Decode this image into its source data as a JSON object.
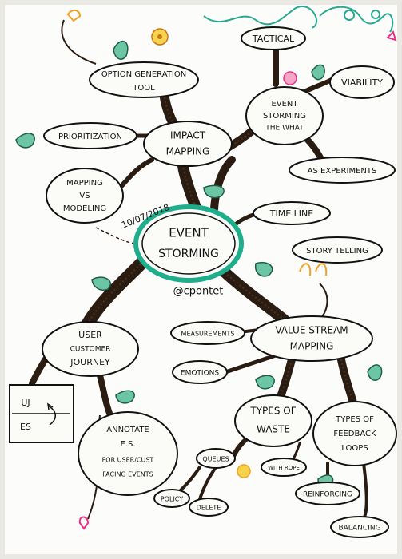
{
  "center": {
    "line1": "EVENT",
    "line2": "STORMING"
  },
  "date": "10/07/2018",
  "handle": "@cpontet",
  "nodes": {
    "option_generation": {
      "line1": "OPTION GENERATION",
      "line2": "TOOL"
    },
    "tactical": "TACTICAL",
    "viability": "VIABILITY",
    "event_storming_what": {
      "line1": "EVENT",
      "line2": "STORMING",
      "line3": "THE WHAT"
    },
    "as_experiments": "AS EXPERIMENTS",
    "prioritization": "PRIORITIZATION",
    "impact_mapping": {
      "line1": "IMPACT",
      "line2": "MAPPING"
    },
    "mapping_vs_modeling": {
      "line1": "MAPPING",
      "line2": "VS",
      "line3": "MODELING"
    },
    "timeline": "TIME LINE",
    "story_telling": "STORY TELLING",
    "user_journey": {
      "line1": "USER",
      "line2": "CUSTOMER",
      "line3": "JOURNEY"
    },
    "measurements": "MEASUREMENTS",
    "emotions": "EMOTIONS",
    "value_stream": {
      "line1": "VALUE STREAM",
      "line2": "MAPPING"
    },
    "annotate": {
      "line1": "ANNOTATE",
      "line2": "E.S.",
      "line3": "FOR USER/CUST",
      "line4": "FACING EVENTS"
    },
    "types_of_waste": {
      "line1": "TYPES OF",
      "line2": "WASTE"
    },
    "types_of_feedback": {
      "line1": "TYPES OF",
      "line2": "FEEDBACK",
      "line3": "LOOPS"
    },
    "queues": "QUEUES",
    "with_rope": "WITH ROPE",
    "policy": "POLICY",
    "delete": "DELETE",
    "reinforcing": "REINFORCING",
    "balancing": "BALANCING",
    "uj_box": {
      "top": "UJ",
      "bottom": "ES"
    }
  },
  "colors": {
    "center_ring": "#1fae8c",
    "leaf": "#6cc6a4",
    "flower_orange": "#f4a023",
    "flower_pink": "#ec2f86",
    "vine": "#27a990"
  }
}
